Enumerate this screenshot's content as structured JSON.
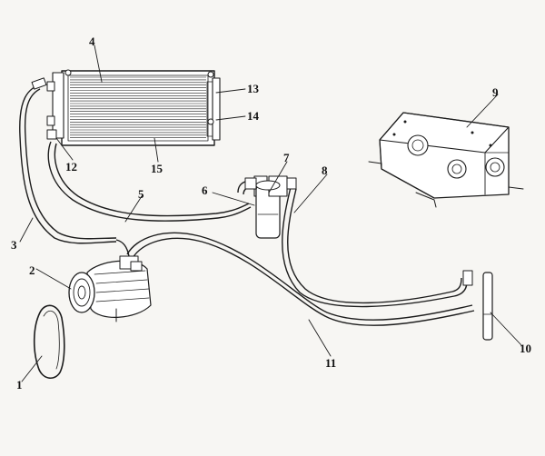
{
  "diagram": {
    "callouts": [
      "1",
      "2",
      "3",
      "4",
      "5",
      "6",
      "7",
      "8",
      "9",
      "10",
      "11",
      "12",
      "13",
      "14",
      "15"
    ],
    "colors": {
      "ink": "#1c1c1c",
      "paper": "#f7f6f3"
    }
  }
}
